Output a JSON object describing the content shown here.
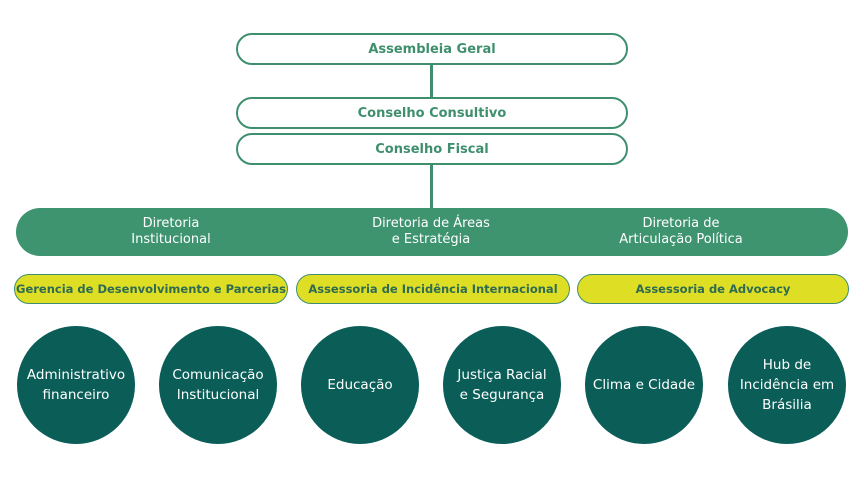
{
  "top": {
    "assembly": "Assembleia Geral",
    "consultive": "Conselho Consultivo",
    "fiscal": "Conselho Fiscal"
  },
  "directorates": [
    {
      "label": "Diretoria\nInstitucional"
    },
    {
      "label": "Diretoria de Áreas\ne Estratégia"
    },
    {
      "label": "Diretoria de\nArticulação Política"
    }
  ],
  "advisory": [
    {
      "label": "Gerencia de Desenvolvimento e Parcerias"
    },
    {
      "label": "Assessoria de Incidência Internacional"
    },
    {
      "label": "Assessoria de Advocacy"
    }
  ],
  "units": [
    {
      "label": "Administrativo\nfinanceiro"
    },
    {
      "label": "Comunicação\nInstitucional"
    },
    {
      "label": "Educação"
    },
    {
      "label": "Justiça Racial\ne Segurança"
    },
    {
      "label": "Clima e Cidade"
    },
    {
      "label": "Hub de\nIncidência em\nBrásilia"
    }
  ],
  "colors": {
    "green": "#3f9470",
    "yellow": "#dede25",
    "teal": "#0b5e58"
  }
}
